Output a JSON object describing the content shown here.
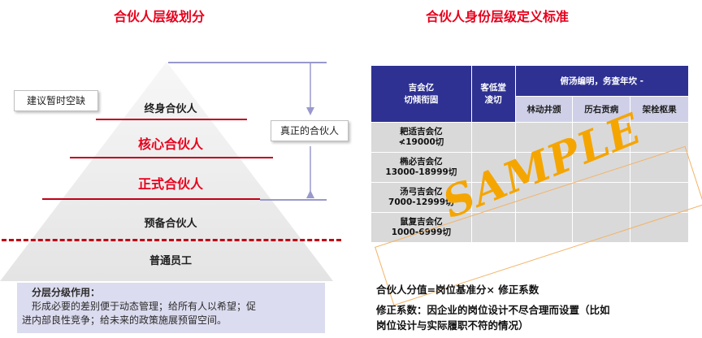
{
  "left_title": "合伙人层级划分",
  "right_title": "合伙人身份层级定义标准",
  "pyramid": {
    "levels": [
      {
        "label": "终身合伙人",
        "emphasis": false
      },
      {
        "label": "核心合伙人",
        "emphasis": true
      },
      {
        "label": "正式合伙人",
        "emphasis": true
      },
      {
        "label": "预备合伙人",
        "emphasis": false
      },
      {
        "label": "普通员工",
        "emphasis": false
      }
    ],
    "callout_vacancy": "建议暂时空缺",
    "callout_true_partner": "真正的合伙人"
  },
  "note": {
    "title": "分层分级作用：",
    "body_line1": "形成必要的差别便于动态管理；给所有人以希望；促",
    "body_line2": "进内部良性竞争；给未来的政策施展预留空间。"
  },
  "table": {
    "header_col1": "吉会亿\n切倾衔固",
    "header_col2": "客低堂\n凌切",
    "header_group": "俯汤编明，务查年坎 -",
    "subheaders": [
      "林动井颁",
      "历右贡病",
      "架栓枢果"
    ],
    "rows": [
      {
        "name": "耙适吉会亿",
        "range": "≮19000切"
      },
      {
        "name": "椭必吉会亿",
        "range": "13000-18999切"
      },
      {
        "name": "汤弓吉会亿",
        "range": "7000-12999切"
      },
      {
        "name": "鼠复吉会亿",
        "range": "1000-6999切"
      }
    ]
  },
  "watermark": "SAMPLE",
  "formula_line1": "合伙人分值=岗位基准分× 修正系数",
  "formula_line2": "修正系数：因企业的岗位设计不尽合理而设置（比如",
  "formula_line3": "岗位设计与实际履职不符的情况）",
  "colors": {
    "accent_red": "#e8001c",
    "table_header": "#2e3192",
    "bracket": "#9999cc",
    "watermark": "#f5a500"
  }
}
